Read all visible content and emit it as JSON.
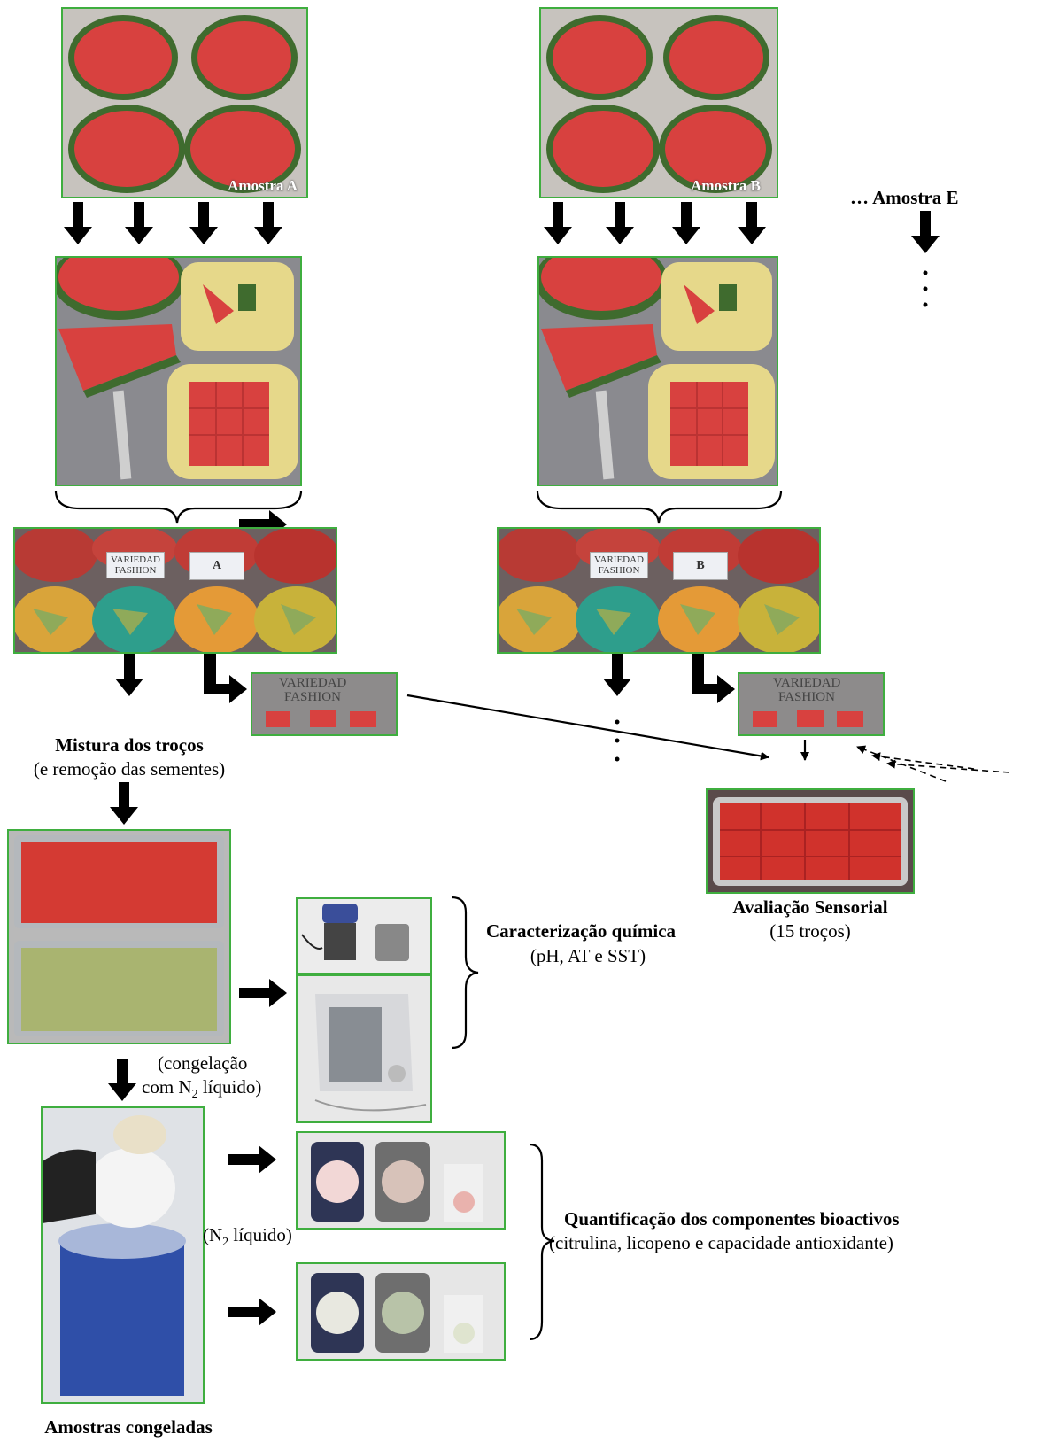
{
  "samples": {
    "a_label": "Amostra A",
    "b_label": "Amostra B",
    "e_label": "… Amostra E"
  },
  "tray_cards": {
    "variety_line1": "VARIEDAD",
    "variety_line2": "FASHION",
    "tag_a": "A",
    "tag_b": "B"
  },
  "steps": {
    "mix_title": "Mistura dos troços",
    "mix_sub": "(e remoção das sementes)",
    "freeze_line1": "(congelação",
    "freeze_line2_pre": "com N",
    "freeze_line2_sub": "2",
    "freeze_line2_post": " líquido)",
    "ln2_pre": "(N",
    "ln2_sub": "2",
    "ln2_post": " líquido)",
    "frozen_title": "Amostras congeladas"
  },
  "outcomes": {
    "chem_title": "Caracterização química",
    "chem_sub": "(pH, AT e SST)",
    "sensory_title": "Avaliação Sensorial",
    "sensory_sub": "(15 troços)",
    "bio_title": "Quantificação dos componentes bioactivos",
    "bio_sub": "(citrulina, licopeno e capacidade antioxidante)"
  },
  "colors": {
    "frame": "#3fae3f",
    "watermelon_flesh": "#d8413f",
    "watermelon_rind": "#3f6b2e"
  }
}
